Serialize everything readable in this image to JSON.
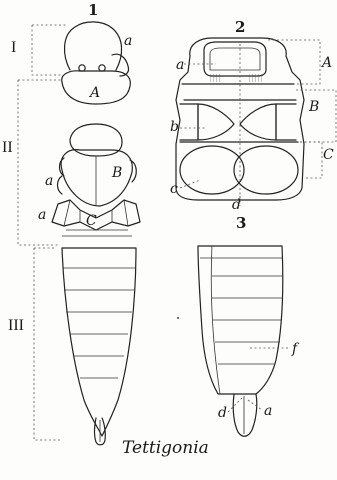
{
  "figure_numbers": {
    "fig1": "1",
    "fig2": "2",
    "fig3": "3"
  },
  "regions": {
    "head": "I",
    "thorax": "II",
    "abdomen": "III"
  },
  "fig1_labels": {
    "a_top": "a",
    "A": "A",
    "B": "B",
    "a_mid": "a",
    "a_low": "a",
    "C": "C"
  },
  "fig2_labels": {
    "a": "a",
    "A": "A",
    "b": "b",
    "B": "B",
    "c": "c",
    "C": "C",
    "d": "d"
  },
  "fig3_labels": {
    "f": "f",
    "d": "d",
    "a": "a"
  },
  "caption": "Tettigonia"
}
